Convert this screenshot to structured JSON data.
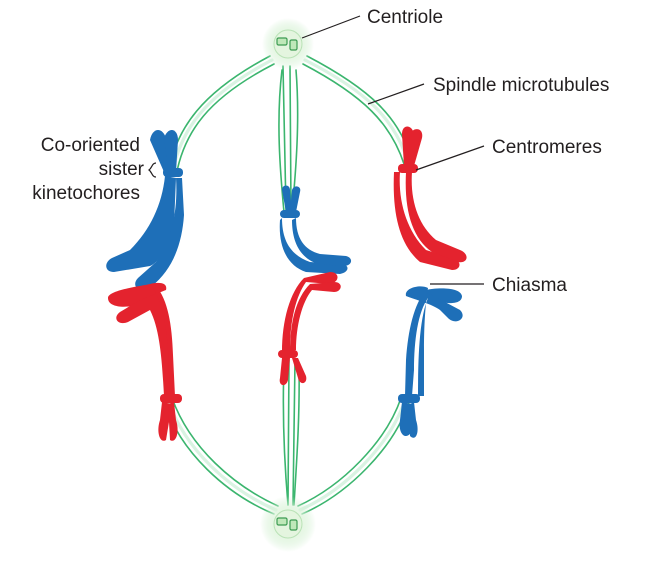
{
  "labels": {
    "centriole": "Centriole",
    "spindle_microtubules": "Spindle microtubules",
    "centromeres": "Centromeres",
    "chiasma": "Chiasma",
    "co_oriented_line1": "Co-oriented",
    "co_oriented_line2": "sister",
    "co_oriented_line3": "kinetochores"
  },
  "colors": {
    "maternal": "#e4232e",
    "paternal": "#1e6fb8",
    "microtubule": "#3bb56e",
    "centriole_glow": "#c9ecc9",
    "text": "#231f20"
  }
}
